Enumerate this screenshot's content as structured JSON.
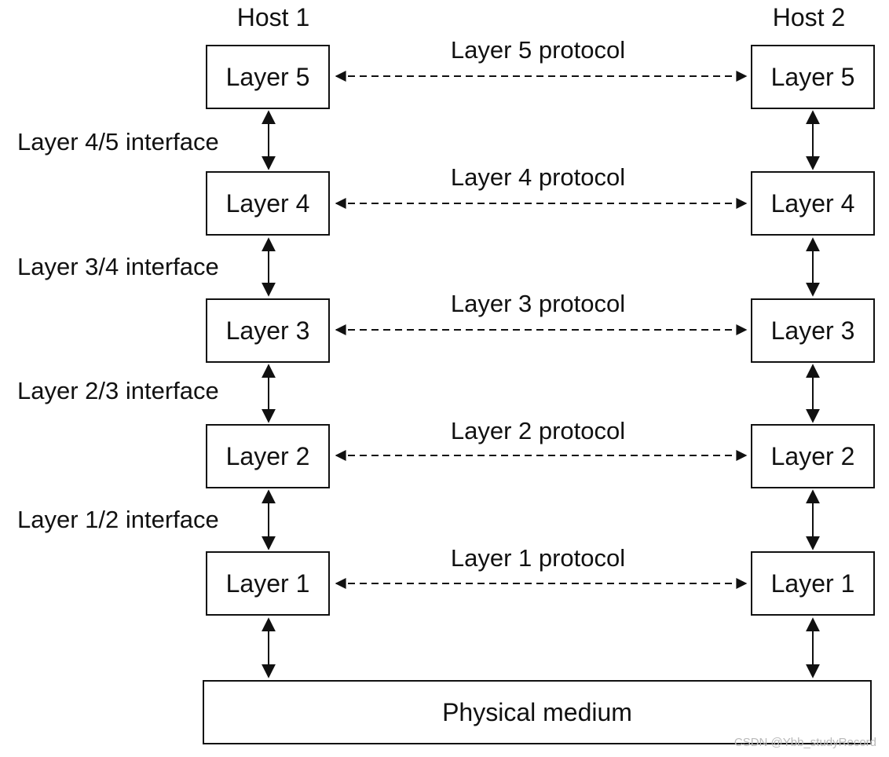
{
  "hosts": {
    "host1": "Host 1",
    "host2": "Host 2"
  },
  "layers": [
    {
      "label": "Layer 5",
      "protocol": "Layer 5 protocol",
      "interface_below": "Layer 4/5 interface"
    },
    {
      "label": "Layer 4",
      "protocol": "Layer 4 protocol",
      "interface_below": "Layer 3/4 interface"
    },
    {
      "label": "Layer 3",
      "protocol": "Layer 3 protocol",
      "interface_below": "Layer 2/3 interface"
    },
    {
      "label": "Layer 2",
      "protocol": "Layer 2 protocol",
      "interface_below": "Layer 1/2 interface"
    },
    {
      "label": "Layer 1",
      "protocol": "Layer 1 protocol",
      "interface_below": ""
    }
  ],
  "physical_medium": "Physical medium",
  "watermark": "CSDN @Ybb_studyRecord",
  "colors": {
    "line": "#111111",
    "background": "#ffffff",
    "watermark": "#b9b9b9"
  }
}
